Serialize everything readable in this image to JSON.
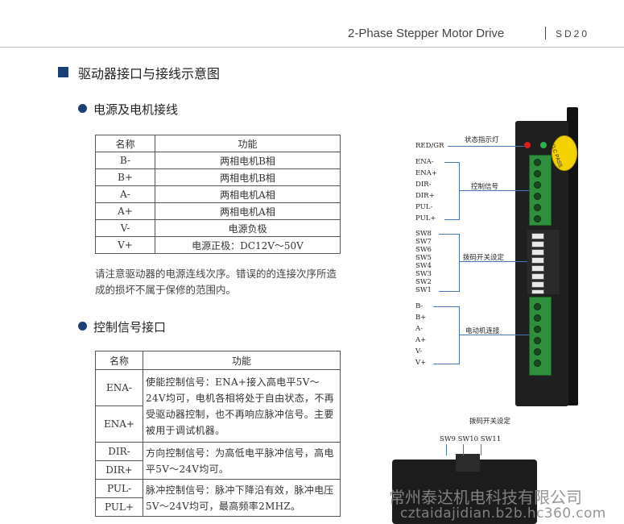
{
  "header": {
    "title": "2-Phase Stepper Motor Drive",
    "model": "SD20"
  },
  "section": {
    "title": "驱动器接口与接线示意图"
  },
  "power": {
    "title": "电源及电机接线",
    "headers": [
      "名称",
      "功能"
    ],
    "rows": [
      [
        "B-",
        "两相电机B相"
      ],
      [
        "B+",
        "两相电机B相"
      ],
      [
        "A-",
        "两相电机A相"
      ],
      [
        "A+",
        "两相电机A相"
      ],
      [
        "V-",
        "电源负极"
      ],
      [
        "V+",
        "电源正极：DC12V～50V"
      ]
    ],
    "note": "请注意驱动器的电源连线次序。错误的的连接次序所造成的损坏不属于保修的范围内。"
  },
  "control": {
    "title": "控制信号接口",
    "headers": [
      "名称",
      "功能"
    ],
    "rows": [
      [
        "ENA-",
        "ENA+",
        "使能控制信号：ENA+接入高电平5V～24V均可，电机各相将处于自由状态，不再受驱动器控制，也不再响应脉冲信号。主要被用于调试机器。"
      ],
      [
        "DIR-",
        "DIR+",
        "方向控制信号：为高低电平脉冲信号，高电平5V～24V均可。"
      ],
      [
        "PUL-",
        "PUL+",
        "脉冲控制信号：脉冲下降沿有效，脉冲电压5V～24V均可，最高频率2MHZ。"
      ]
    ]
  },
  "diagram": {
    "led_label": "RED/GR",
    "led_desc": "状态指示灯",
    "qc": "Q.C PASS",
    "control_pins": [
      "ENA-",
      "ENA+",
      "DIR-",
      "DIR+",
      "PUL-",
      "PUL+"
    ],
    "control_desc": "控制信号",
    "dip_pins": [
      "SW8",
      "SW7",
      "SW6",
      "SW5",
      "SW4",
      "SW3",
      "SW2",
      "SW1"
    ],
    "dip_desc": "拨码开关设定",
    "motor_pins": [
      "B-",
      "B+",
      "A-",
      "A+",
      "V-",
      "V+"
    ],
    "motor_desc": "电动机连接",
    "bottom_title": "拨码开关设定",
    "bottom_sw": "SW9 SW10 SW11"
  },
  "watermark": {
    "line1": "常州泰达机电科技有限公司",
    "line2": "cztaidajidian.b2b.hc360.com"
  },
  "colors": {
    "accent": "#1c3f7a",
    "bracket": "#4a76b8",
    "terminal": "#2f8f3d",
    "qc": "#f3d100"
  }
}
